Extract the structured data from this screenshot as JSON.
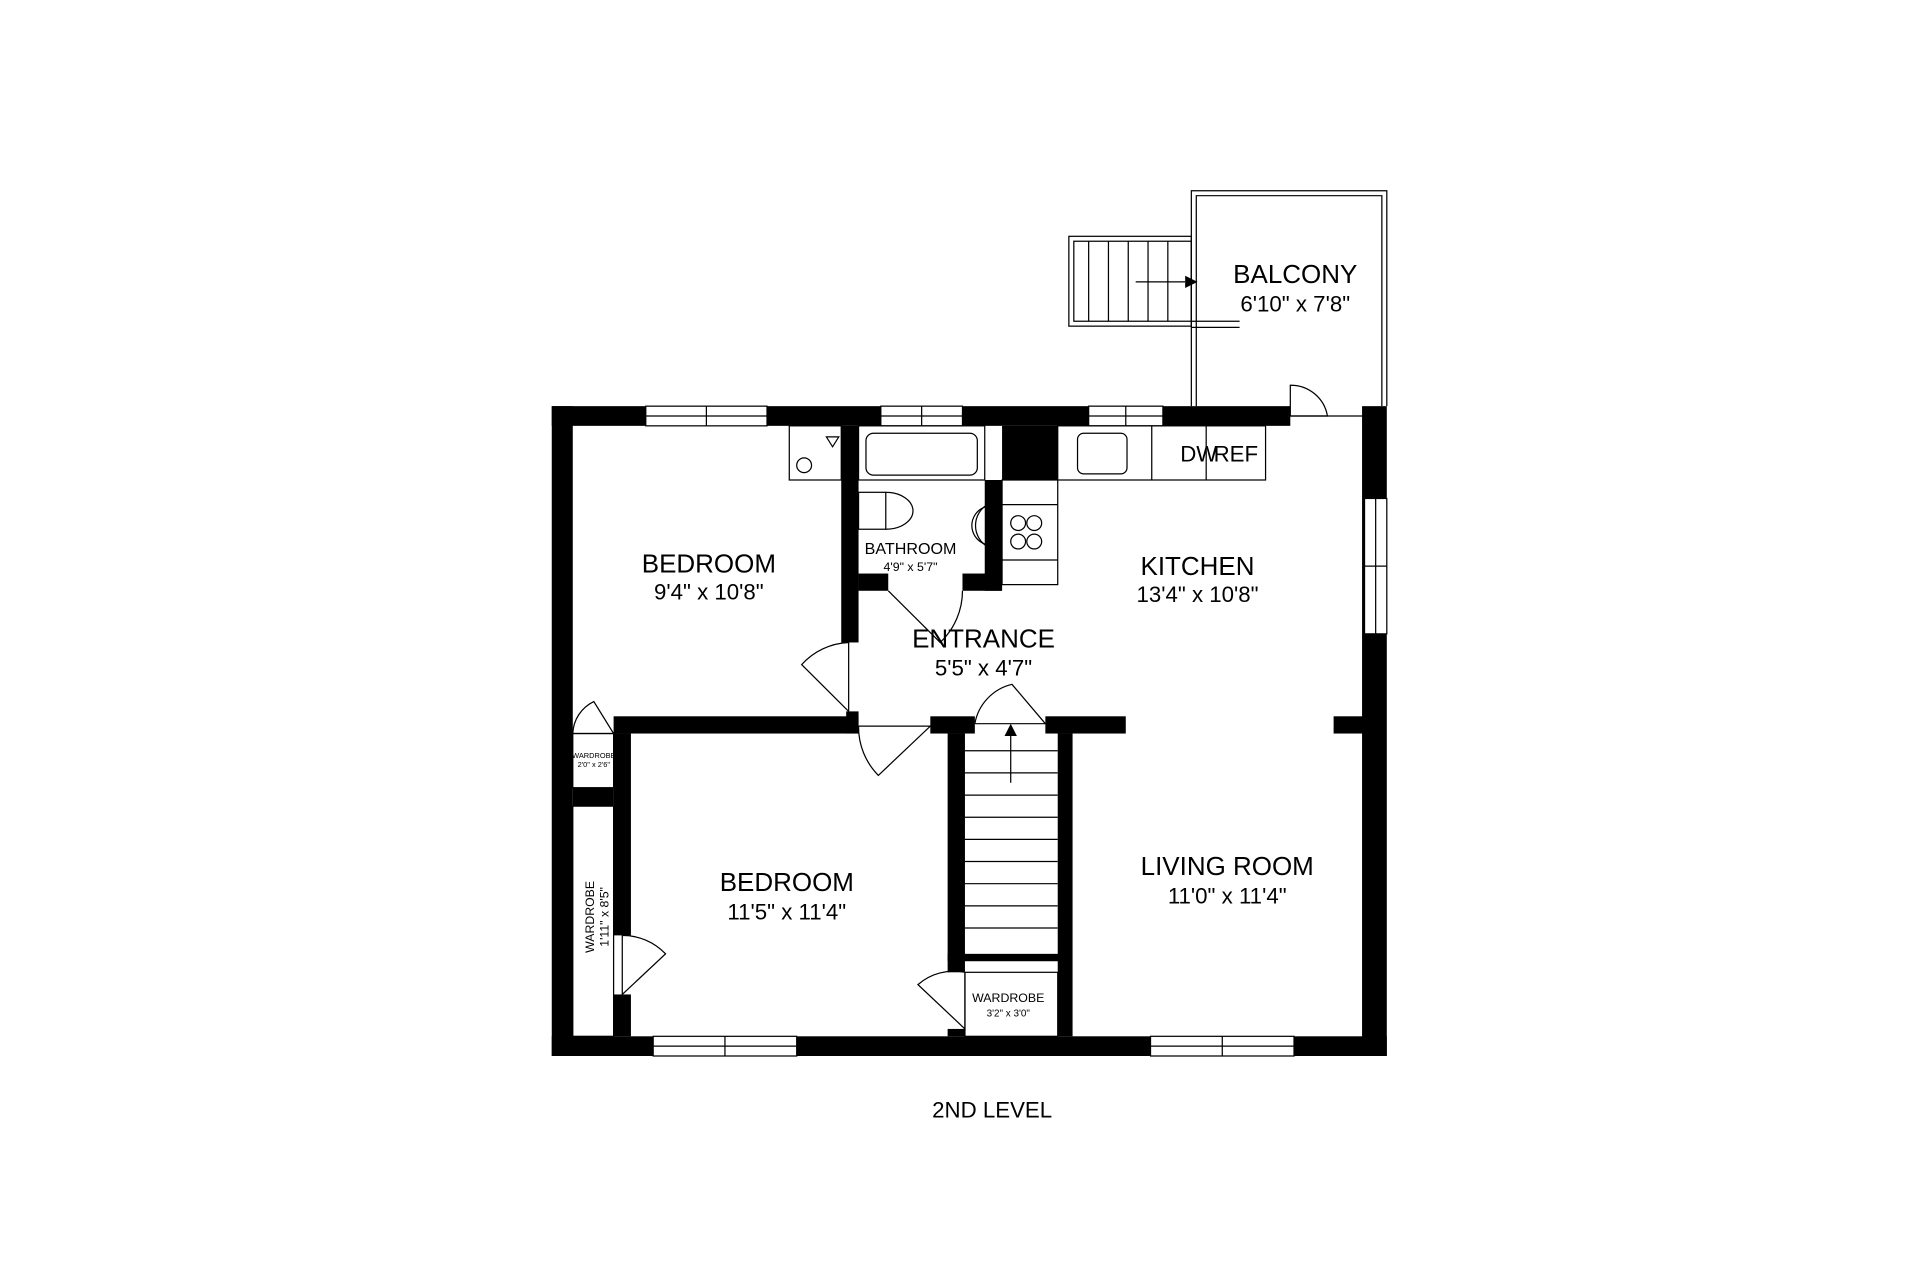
{
  "plan": {
    "level": "2ND LEVEL",
    "rooms": [
      {
        "name": "BEDROOM",
        "size": "9'4\" x 10'8\""
      },
      {
        "name": "BATHROOM",
        "size": "4'9\" x 5'7\""
      },
      {
        "name": "KITCHEN",
        "size": "13'4\" x 10'8\""
      },
      {
        "name": "ENTRANCE",
        "size": "5'5\" x 4'7\""
      },
      {
        "name": "BEDROOM",
        "size": "11'5\" x 11'4\""
      },
      {
        "name": "LIVING ROOM",
        "size": "11'0\" x 11'4\""
      },
      {
        "name": "BALCONY",
        "size": "6'10\" x 7'8\""
      },
      {
        "name": "WARDROBE",
        "size": "2'0\" x 2'6\""
      },
      {
        "name": "WARDROBE",
        "size": "1'11\" x 8'5\""
      },
      {
        "name": "WARDROBE",
        "size": "3'2\" x 3'0\""
      }
    ],
    "appliances": {
      "dw": "DW",
      "ref": "REF"
    }
  }
}
